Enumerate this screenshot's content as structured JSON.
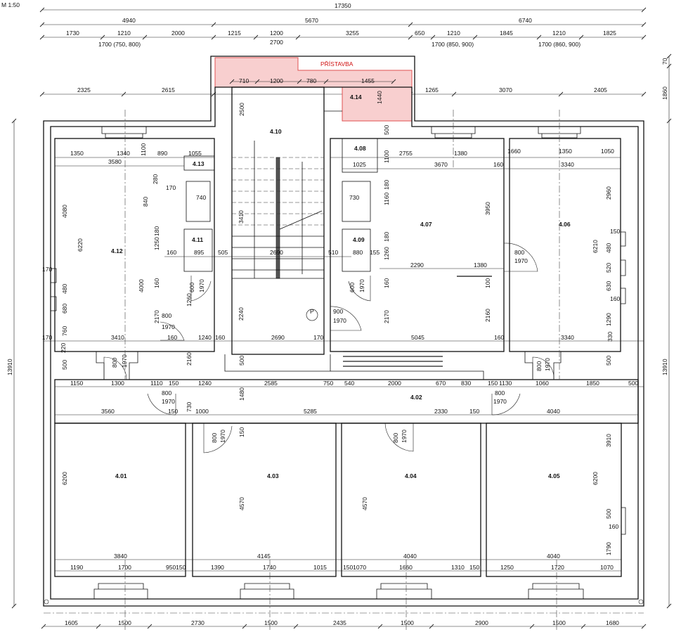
{
  "scale_label": "M 1:50",
  "annex_label": "PŘÍSTAVBA",
  "colors": {
    "annex_fill": "#f8cfcf",
    "annex_stroke": "#e05050",
    "line": "#111111"
  },
  "rooms": [
    "4.01",
    "4.02",
    "4.03",
    "4.04",
    "4.05",
    "4.06",
    "4.07",
    "4.08",
    "4.09",
    "4.10",
    "4.11",
    "4.12",
    "4.13",
    "4.14"
  ],
  "top_dims": {
    "overall": "17350",
    "row2": [
      "4940",
      "5670",
      "6740"
    ],
    "row3": [
      "1730",
      "1210",
      "2000",
      "1215",
      "1200",
      "3255",
      "650",
      "1210",
      "1845",
      "1210",
      "1825"
    ],
    "row3_sub": [
      "1700 (750, 800)",
      "2700",
      "1700 (850, 900)",
      "1700 (860, 900)"
    ],
    "row4": [
      "2325",
      "2615",
      "1265",
      "3070",
      "2405"
    ],
    "annex": [
      "710",
      "1200",
      "780",
      "1455"
    ]
  },
  "bottom_dims": [
    "1605",
    "1500",
    "2730",
    "1500",
    "2435",
    "1500",
    "2900",
    "1500",
    "1680"
  ],
  "side_dims": {
    "left": "13910",
    "right": "13910",
    "right_top": [
      "70",
      "1860"
    ]
  },
  "inner_dims": {
    "d1350a": "1350",
    "d1340a": "1340",
    "d1100a": "1100",
    "d890": "890",
    "d1055": "1055",
    "d3580": "3580",
    "d4080": "4080",
    "d6220": "6220",
    "d280": "280",
    "d840": "840",
    "d170a": "170",
    "d740": "740",
    "d1250a": "1250",
    "d180a": "180",
    "d160a": "160",
    "d895": "895",
    "d505": "505",
    "d2690a": "2690",
    "d4000": "4000",
    "d160b": "160",
    "d2170a": "2170",
    "d1260a": "1260",
    "d600a": "600",
    "d1970a": "1970",
    "d800a": "800",
    "d1970b": "1970",
    "d170b": "170",
    "d480a": "480",
    "d680": "680",
    "d760": "760",
    "d3410a": "3410",
    "d160c": "160",
    "d1240a": "1240",
    "d160d": "160",
    "d2690b": "2690",
    "d170c": "170",
    "d5045": "5045",
    "d160e": "160",
    "d3340a": "3340",
    "d330": "330",
    "d2500": "2500",
    "d3410b": "3410",
    "d2240": "2240",
    "d500a": "500",
    "p": "P",
    "d900": "900",
    "d1970c": "1970",
    "d1440": "1440",
    "d500b": "500",
    "d1100b": "1100",
    "d2755": "2755",
    "d1380a": "1380",
    "d1025": "1025",
    "d3670": "3670",
    "d160f": "160",
    "d1660": "1660",
    "d1350b": "1350",
    "d1050": "1050",
    "d3340b": "3340",
    "d730": "730",
    "d1160": "1160",
    "d180b": "180",
    "d3950": "3950",
    "d2960": "2960",
    "d150a": "150",
    "d480b": "480",
    "d520": "520",
    "d630": "630",
    "d160g": "160",
    "d1290": "1290",
    "d6210": "6210",
    "d880": "880",
    "d155": "155",
    "d510": "510",
    "d1260b": "1260",
    "d180c": "180",
    "d2290": "2290",
    "d1380b": "1380",
    "d800b": "800",
    "d1970d": "1970",
    "d100": "100",
    "d600b": "600",
    "d1970e": "1970",
    "d2170b": "2170",
    "d2160a": "2160",
    "d160h": "160",
    "d220": "220",
    "d500c": "500",
    "d800c": "800",
    "d1970f": "1970",
    "d2160b": "2160",
    "d500d": "500",
    "d800d": "800",
    "d1970g": "1970",
    "d500e": "500",
    "d1150": "1150",
    "d1300": "1300",
    "d1110": "1110",
    "d150b": "150",
    "d1240b": "1240",
    "d2585": "2585",
    "d750": "750",
    "d540": "540",
    "d2000": "2000",
    "d670": "670",
    "d830": "830",
    "d150c": "150",
    "d1130": "1130",
    "d1060": "1060",
    "d1850": "1850",
    "d500f": "500",
    "d800e": "800",
    "d1970h": "1970",
    "d800f": "800",
    "d1970i": "1970",
    "d1480": "1480",
    "d3560": "3560",
    "d150d": "150",
    "d1000": "1000",
    "d5285": "5285",
    "d2330": "2330",
    "d150e": "150",
    "d4040a": "4040",
    "d730b": "730",
    "d800g": "800",
    "d1970j": "1970",
    "d150f": "150",
    "d800h": "800",
    "d1970k": "1970",
    "d6200a": "6200",
    "d4570a": "4570",
    "d4570b": "4570",
    "d3910": "3910",
    "d6200b": "6200",
    "d500g": "500",
    "d160i": "160",
    "d1790": "1790",
    "d3840": "3840",
    "d4145": "4145",
    "d4040b": "4040",
    "d4040c": "4040",
    "d1190": "1190",
    "d1700": "1700",
    "d950": "950150",
    "d1390": "1390",
    "d1740": "1740",
    "d1015": "1015",
    "d1070a": "1501070",
    "d1660b": "1660",
    "d1310": "1310",
    "d150g": "150",
    "d1250b": "1250",
    "d1720": "1720",
    "d1070b": "1070"
  }
}
